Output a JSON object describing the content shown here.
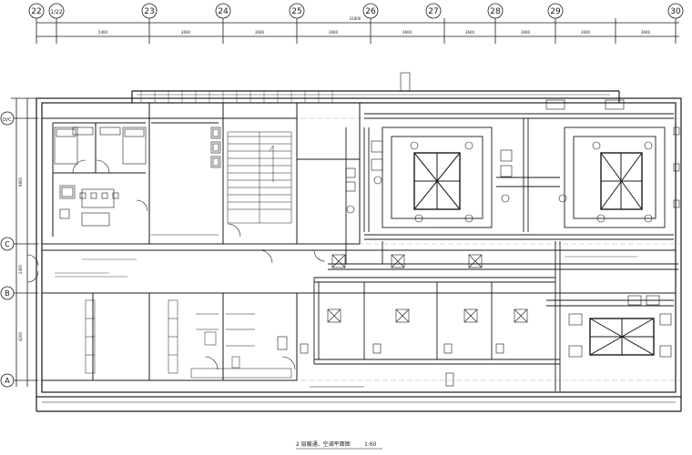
{
  "grid_columns": [
    "22",
    "1/22",
    "23",
    "24",
    "25",
    "26",
    "27",
    "28",
    "29",
    "30"
  ],
  "grid_rows": [
    "D/C",
    "C",
    "B",
    "A"
  ],
  "top_dimensions": [
    "5400",
    "3600",
    "3600",
    "3600",
    "3600",
    "3600",
    "3600",
    "3600",
    "3600"
  ],
  "overall_dimension": "31800",
  "left_dimensions": [
    "9800",
    "2400",
    "4200"
  ],
  "drawing_title": "2 层暖通、空调平面图",
  "drawing_scale": "1:60",
  "colors": {
    "line": "#1a1a1a",
    "background": "#ffffff",
    "hatch": "#6b6b6b"
  }
}
